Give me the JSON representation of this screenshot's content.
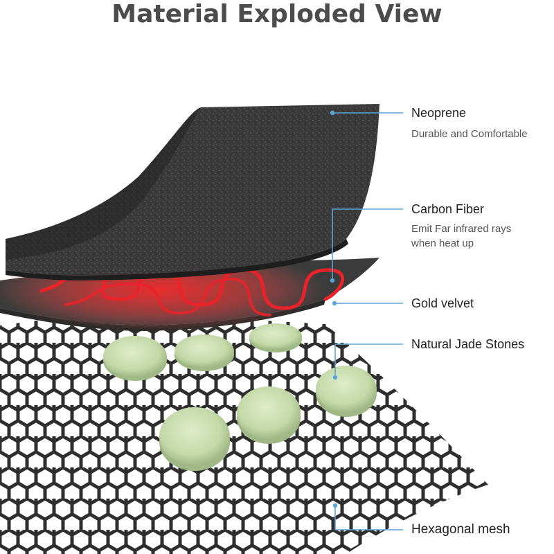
{
  "title": "Material Exploded View",
  "layers": [
    {
      "name": "Neoprene",
      "description": [
        "Durable and Comfortable"
      ]
    },
    {
      "name": "Carbon Fiber",
      "description": [
        "Emit Far infrared rays",
        "when heat up"
      ]
    },
    {
      "name": "Gold velvet",
      "description": []
    },
    {
      "name": "Natural Jade Stones",
      "description": []
    },
    {
      "name": "Hexagonal mesh",
      "description": []
    }
  ],
  "colors": {
    "title": "#4c4c4c",
    "leader_line": "#5aa6d6",
    "neoprene": "#333333",
    "heating_wire": "#e8232a",
    "jade": "#c4d8a8",
    "mesh": "#2e2e2e"
  }
}
